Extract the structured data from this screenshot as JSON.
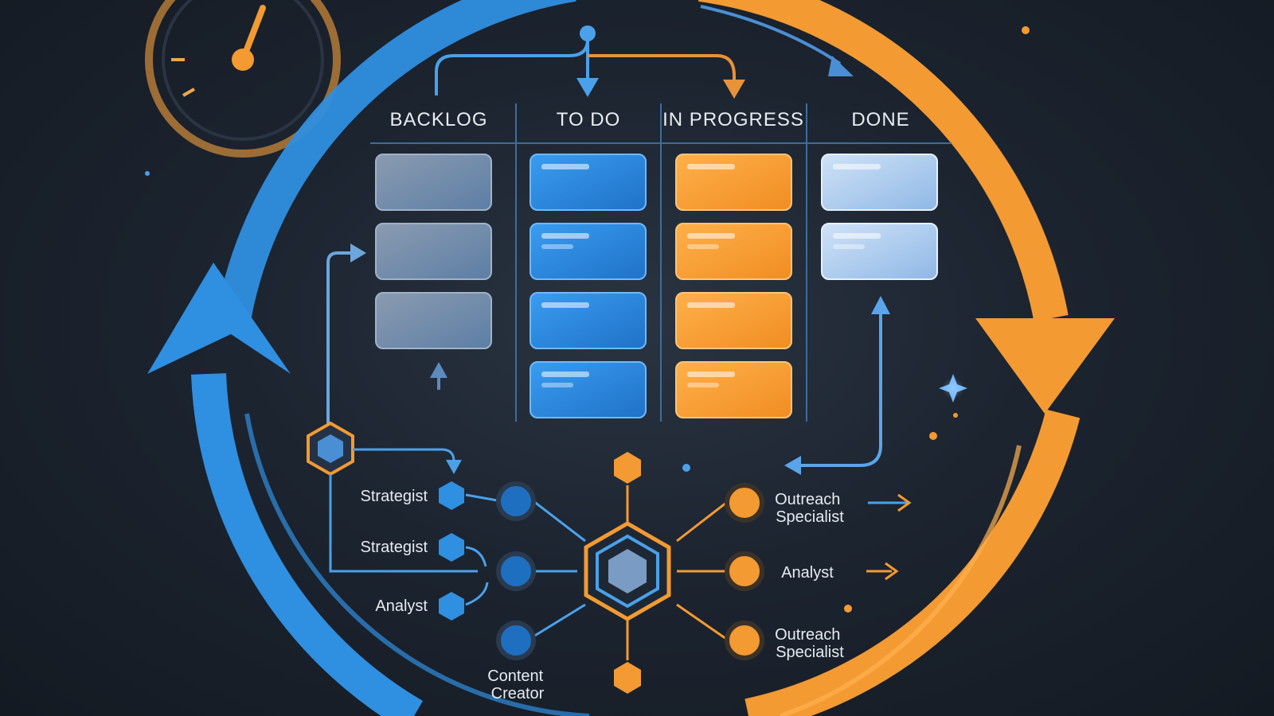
{
  "board": {
    "columns": [
      {
        "key": "backlog",
        "title": "BACKLOG",
        "cards": 3
      },
      {
        "key": "todo",
        "title": "TO DO",
        "cards": 4
      },
      {
        "key": "inprogress",
        "title": "IN PROGRESS",
        "cards": 4
      },
      {
        "key": "done",
        "title": "DONE",
        "cards": 2
      }
    ]
  },
  "team": {
    "left_roles": [
      "Strategist",
      "Strategist",
      "Analyst"
    ],
    "bottom_role": [
      "Content",
      "Creator"
    ],
    "right_roles": [
      [
        "Outreach",
        "Specialist"
      ],
      [
        "Analyst"
      ],
      [
        "Outreach",
        "Specialist"
      ]
    ]
  },
  "icons": {
    "cycle": "circular-arrows-icon",
    "timer": "stopwatch-icon",
    "hub": "hexagon-hub-icon",
    "sparkle": "sparkle-icon"
  },
  "colors": {
    "blue": "#2f8fe0",
    "orange": "#f39a32",
    "backlog_card": "#7f95ae",
    "done_card": "#a9c9ee",
    "background": "#1c2430"
  }
}
